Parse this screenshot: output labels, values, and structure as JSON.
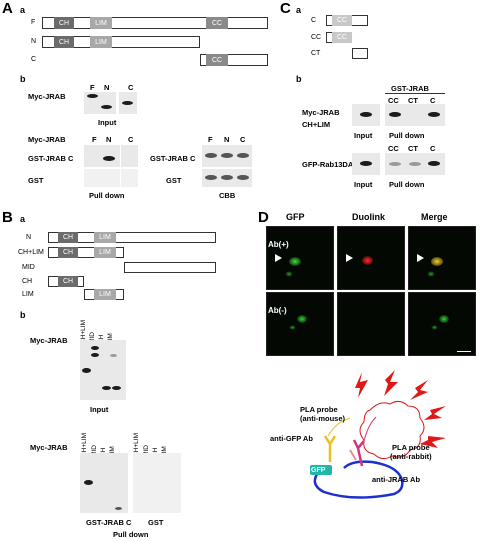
{
  "panels": {
    "A": {
      "letter": "A",
      "a": {
        "letter": "a",
        "rows": [
          {
            "label": "F",
            "ch": "CH",
            "lim": "LIM",
            "cc": "CC"
          },
          {
            "label": "N",
            "ch": "CH",
            "lim": "LIM"
          },
          {
            "label": "C",
            "cc": "CC"
          }
        ]
      },
      "b": {
        "letter": "b",
        "input_row_label": "Myc-JRAB",
        "input_lanes": [
          "F",
          "N",
          "C"
        ],
        "input_caption": "Input",
        "pd_header_label": "Myc-JRAB",
        "pd_lanes": [
          "F",
          "N",
          "C"
        ],
        "pd_row1": "GST-JRAB C",
        "pd_row2": "GST",
        "pd_caption": "Pull down",
        "cbb_lanes": [
          "F",
          "N",
          "C"
        ],
        "cbb_row1": "GST-JRAB C",
        "cbb_row2": "GST",
        "cbb_caption": "CBB"
      }
    },
    "B": {
      "letter": "B",
      "a": {
        "letter": "a",
        "rows": [
          {
            "label": "N",
            "ch": "CH",
            "lim": "LIM"
          },
          {
            "label": "CH+LIM",
            "ch": "CH",
            "lim": "LIM"
          },
          {
            "label": "MID"
          },
          {
            "label": "CH",
            "ch": "CH"
          },
          {
            "label": "LIM",
            "lim": "LIM"
          }
        ]
      },
      "b": {
        "letter": "b",
        "row_label": "Myc-JRAB",
        "input_lanes": [
          "CH+LIM",
          "MID",
          "CH",
          "LIM"
        ],
        "input_caption": "Input",
        "pd_row_label": "Myc-JRAB",
        "pd_lanes_1": [
          "CH+LIM",
          "MID",
          "CH",
          "LIM"
        ],
        "pd_lanes_2": [
          "CH+LIM",
          "MID",
          "CH",
          "LIM"
        ],
        "pd_caption_1": "GST-JRAB C",
        "pd_caption_2": "GST",
        "pd_caption": "Pull down"
      }
    },
    "C": {
      "letter": "C",
      "a": {
        "letter": "a",
        "rows": [
          {
            "label": "C",
            "cc": "CC"
          },
          {
            "label": "CC",
            "cc": "CC"
          },
          {
            "label": "CT"
          }
        ]
      },
      "b": {
        "letter": "b",
        "gst_label": "GST-JRAB",
        "lanes": [
          "CC",
          "CT",
          "C"
        ],
        "row1_label_1": "Myc-JRAB",
        "row1_label_2": "CH+LIM",
        "row2_label": "GFP-Rab13DA",
        "input_caption": "Input",
        "pd_caption": "Pull down"
      }
    },
    "D": {
      "letter": "D",
      "columns": [
        "GFP",
        "Duolink",
        "Merge"
      ],
      "rows": [
        "Ab(+)",
        "Ab(-)"
      ],
      "diagram": {
        "pla_mouse_1": "PLA probe",
        "pla_mouse_2": "(anti-mouse)",
        "anti_gfp": "anti-GFP Ab",
        "gfp": "GFP",
        "pla_rabbit_1": "PLA probe",
        "pla_rabbit_2": "(anti-rabbit)",
        "anti_jrab": "anti-JRAB Ab"
      }
    }
  },
  "colors": {
    "ch": "#6b6b6b",
    "lim": "#a8a8a8",
    "cc": "#8a8a8a",
    "gfp_green": "#39d13a",
    "duolink_red": "#e01818",
    "merge_yellow": "#d8c020",
    "diagram_blue": "#1d2fd0",
    "diagram_red": "#e01818",
    "gfp_tag": "#1fb8a8"
  }
}
